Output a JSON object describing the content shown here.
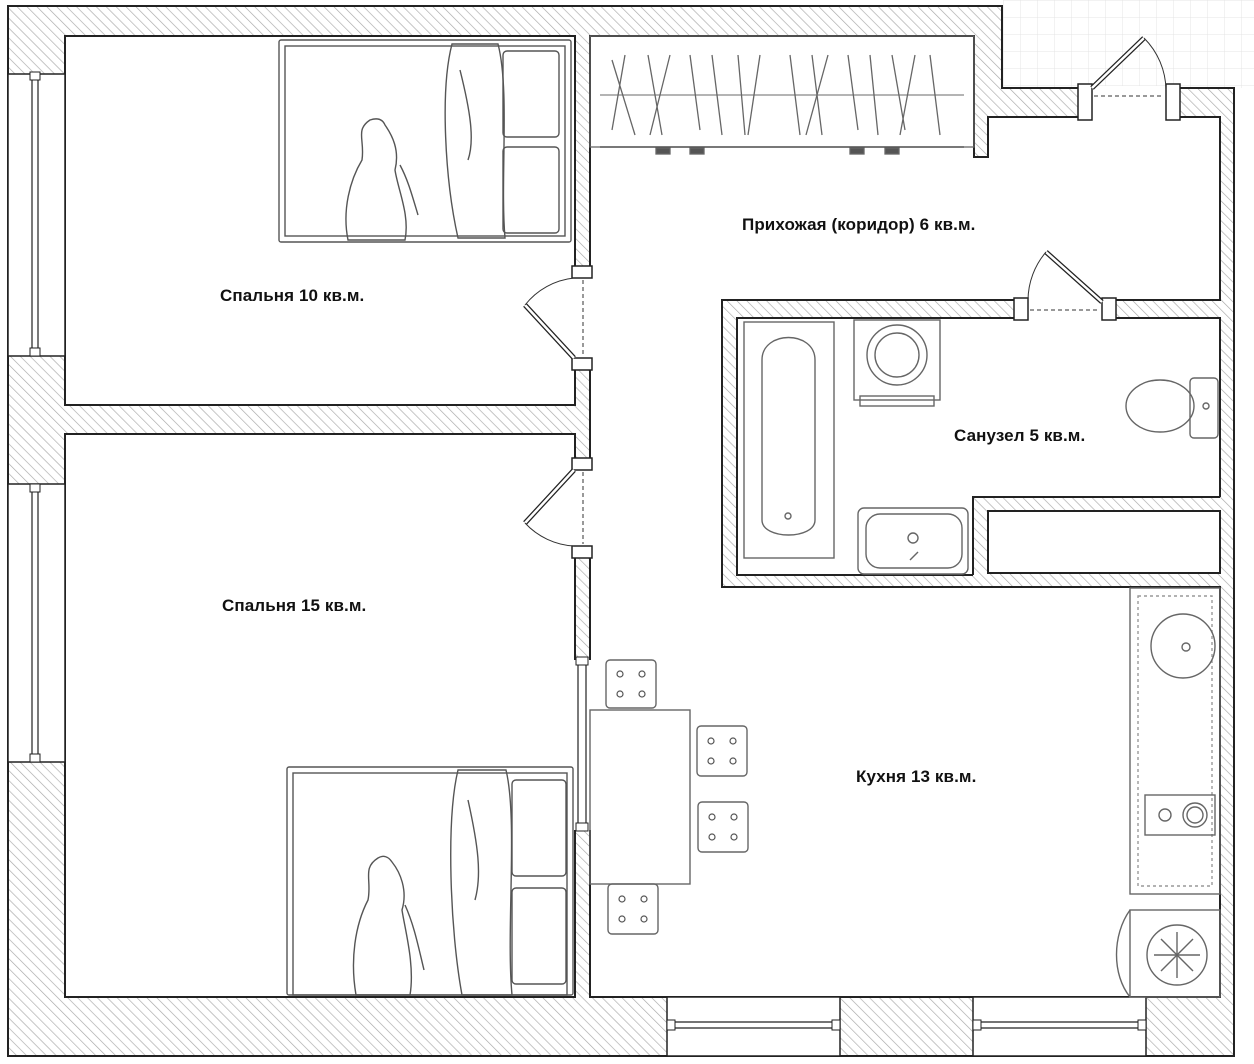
{
  "plan": {
    "rooms": [
      {
        "id": "bedroom-small",
        "label": "Спальня 10 кв.м."
      },
      {
        "id": "bedroom-large",
        "label": "Спальня 15 кв.м."
      },
      {
        "id": "hallway",
        "label": "Прихожая (коридор) 6 кв.м."
      },
      {
        "id": "bathroom",
        "label": "Санузел 5 кв.м."
      },
      {
        "id": "kitchen",
        "label": "Кухня 13 кв.м."
      }
    ],
    "colors": {
      "wall_fill": "#ffffff",
      "wall_hatch": "#9a9a9a",
      "line": "#222222",
      "furniture": "#555555",
      "grid": "#e6e6e6"
    }
  }
}
